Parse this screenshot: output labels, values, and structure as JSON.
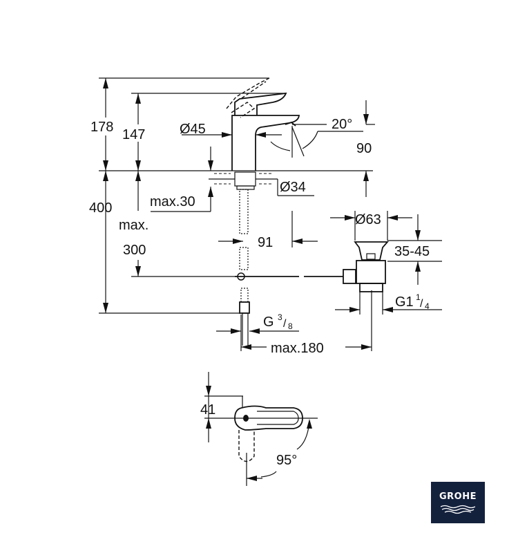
{
  "dimensions": {
    "total_height": "178",
    "spout_height": "147",
    "body_diameter": "Ø45",
    "spout_angle": "20°",
    "spout_clearance": "90",
    "hole_diameter": "Ø34",
    "max_deck": "max.30",
    "hose_length": "400",
    "max_label": "max.",
    "drain_height": "300",
    "spout_reach": "91",
    "waste_diameter": "Ø63",
    "waste_range": "35-45",
    "waste_thread_main": "G1",
    "waste_thread_num": "1",
    "waste_thread_den": "4",
    "hose_thread_main": "G",
    "hose_thread_num": "3",
    "hose_thread_den": "8",
    "max_distance": "max.180",
    "handle_offset": "41",
    "handle_rotation": "95°"
  },
  "logo": {
    "text": "GROHE",
    "color": "#14213d"
  }
}
